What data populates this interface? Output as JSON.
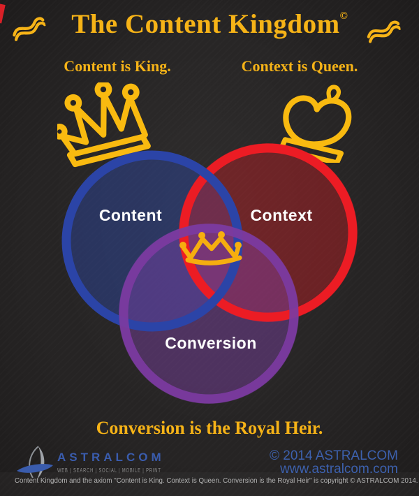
{
  "page": {
    "background_color": "#262424",
    "gold_color": "#f6b317"
  },
  "header": {
    "title": "The Content Kingdom",
    "title_mark": "©",
    "subtitle_left": "Content is King.",
    "subtitle_right": "Context is Queen."
  },
  "icons": {
    "left_ornament": "calligraphic-swash",
    "right_ornament": "calligraphic-swash",
    "king_crown": "hand-drawn king crown outline",
    "queen_crown": "hand-drawn queen crown outline with teardrop",
    "center_crown": "small royal-heir crown"
  },
  "venn": {
    "circles": [
      {
        "label": "Content",
        "stroke_color": "#2b44a7",
        "fill_tone": "dark navy"
      },
      {
        "label": "Context",
        "stroke_color": "#ec1c24",
        "fill_tone": "dark maroon"
      },
      {
        "label": "Conversion",
        "stroke_color": "#7c3aa0",
        "fill_tone": "dark purple"
      }
    ]
  },
  "tagline": {
    "text": "Conversion is the Royal Heir."
  },
  "brand": {
    "name": "ASTRALCOM",
    "services": [
      "WEB",
      "SEARCH",
      "SOCIAL",
      "MOBILE",
      "PRINT"
    ],
    "copyright": "© 2014 ASTRALCOM",
    "website": "www.astralcom.com",
    "blue_color": "#3a5cad"
  },
  "legal": {
    "text": "Content Kingdom and the axiom \"Content is King. Context is Queen. Conversion is the Royal Heir\" is copyright © ASTRALCOM 2014."
  }
}
